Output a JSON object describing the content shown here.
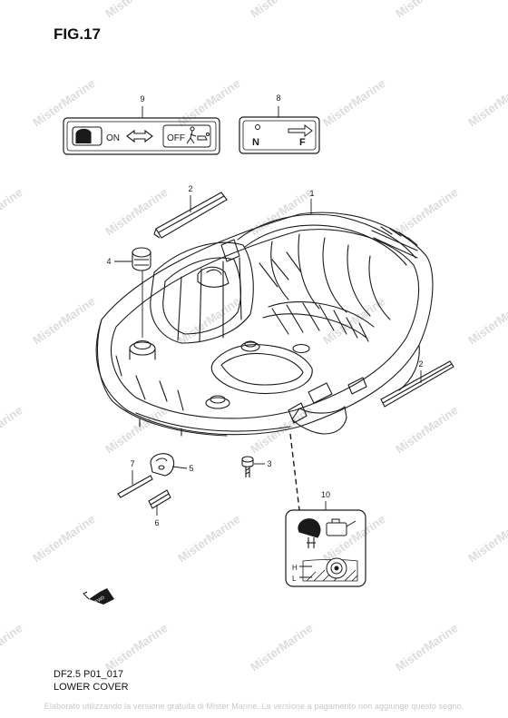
{
  "figure": {
    "title": "FIG.17",
    "code": "DF2.5 P01_017",
    "name": "LOWER COVER"
  },
  "watermark": {
    "text": "MisterMarine",
    "notice": "Elaborato utilizzando la versione gratuita di Mister Marine. La versione a pagamento non aggiunge questo segno."
  },
  "callouts": [
    {
      "number": "1",
      "part": "lower-cover"
    },
    {
      "number": "2",
      "part": "seal-strip-left"
    },
    {
      "number": "2",
      "part": "seal-strip-right"
    },
    {
      "number": "3",
      "part": "bolt"
    },
    {
      "number": "4",
      "part": "grommet-plug"
    },
    {
      "number": "5",
      "part": "clamp"
    },
    {
      "number": "6",
      "part": "sleeve"
    },
    {
      "number": "7",
      "part": "pin"
    },
    {
      "number": "8",
      "part": "gear-label"
    },
    {
      "number": "9",
      "part": "choke-label"
    },
    {
      "number": "10",
      "part": "oil-level-label"
    }
  ],
  "labels": {
    "choke_on": "ON",
    "choke_off": "OFF",
    "gear_n": "N",
    "gear_f": "F",
    "oil_h": "H",
    "oil_l": "L",
    "fwd": "FWD"
  },
  "colors": {
    "line": "#1a1a1a",
    "watermark": "#dcdcdc"
  }
}
